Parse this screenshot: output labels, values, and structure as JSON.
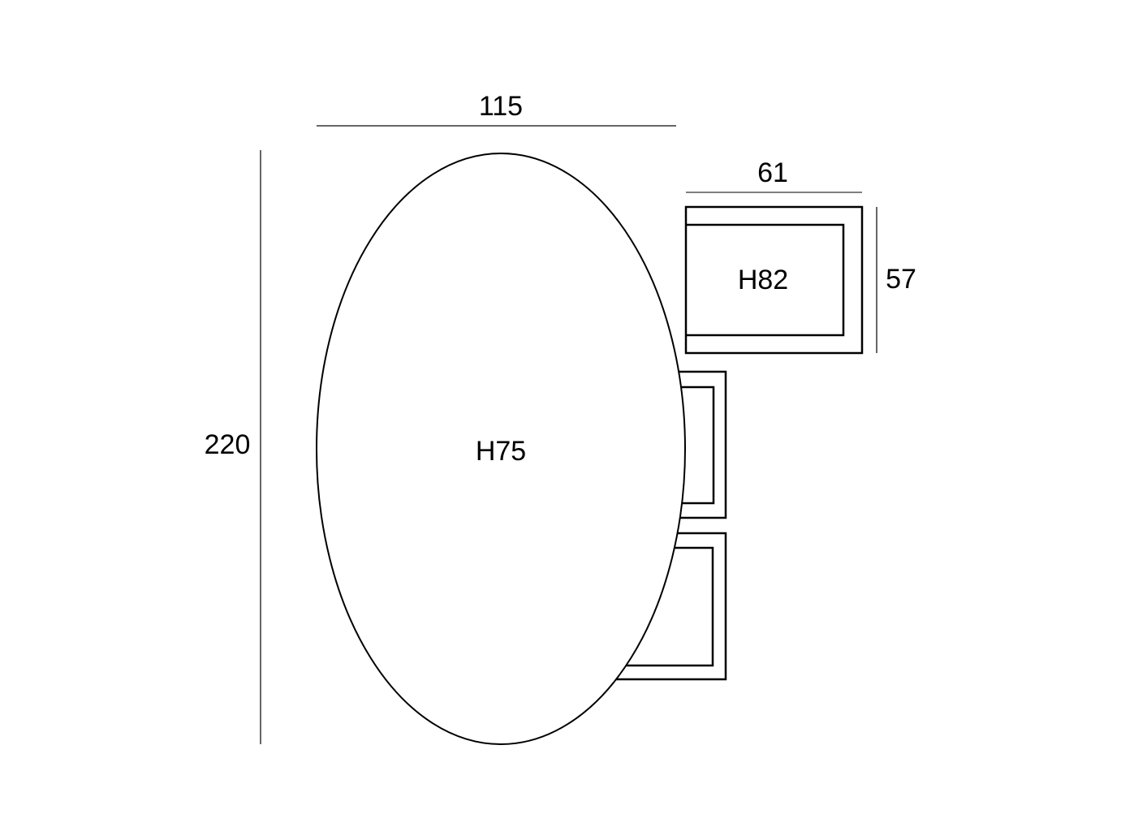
{
  "diagram": {
    "table": {
      "label": "H75",
      "width_label": "115",
      "length_label": "220"
    },
    "chair_top": {
      "label": "H82",
      "width_label": "61",
      "depth_label": "57"
    },
    "line_color": "#000000",
    "dimension_line_color": "#333333"
  }
}
